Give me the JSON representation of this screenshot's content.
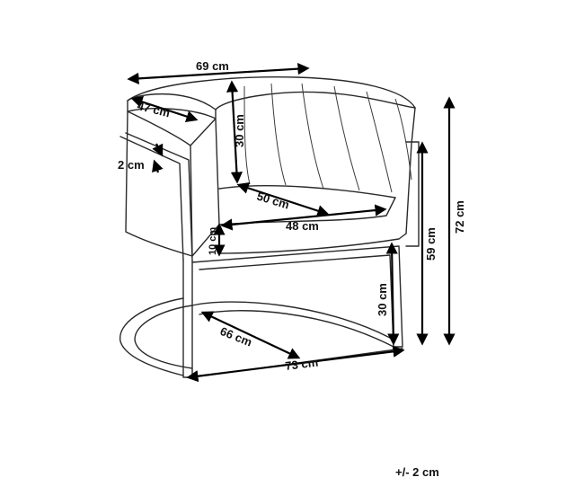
{
  "dimensions": {
    "overall_width": "69 cm",
    "arm_depth": "47 cm",
    "backrest_height": "30 cm",
    "frame_thickness": "2 cm",
    "seat_depth": "50 cm",
    "seat_width": "48 cm",
    "seat_cushion_height": "10 cm",
    "seat_height": "59 cm",
    "total_height": "72 cm",
    "base_clearance": "30 cm",
    "base_depth": "66 cm",
    "base_width": "73 cm"
  },
  "tolerance": "+/- 2 cm"
}
